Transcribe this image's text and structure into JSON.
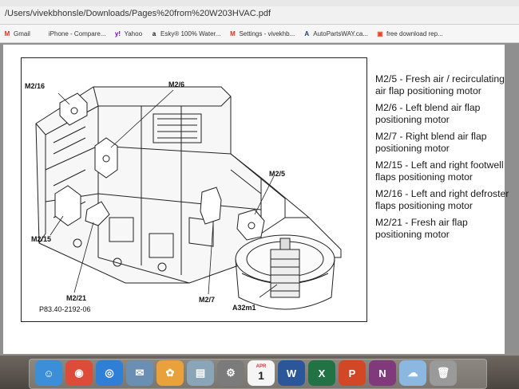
{
  "browser": {
    "url": "/Users/vivekbhonsle/Downloads/Pages%20from%20W203HVAC.pdf",
    "bookmarks": [
      {
        "label": "Gmail",
        "icon": "gmail-icon",
        "glyph": "M",
        "color": "#d93025"
      },
      {
        "label": "iPhone - Compare...",
        "icon": "apple-icon",
        "glyph": "",
        "color": "#333333"
      },
      {
        "label": "Yahoo",
        "icon": "yahoo-icon",
        "glyph": "y!",
        "color": "#6001d2"
      },
      {
        "label": "Esky® 100% Water...",
        "icon": "amazon-icon",
        "glyph": "a",
        "color": "#111111"
      },
      {
        "label": "Settings - vivekhb...",
        "icon": "gmail-icon",
        "glyph": "M",
        "color": "#d93025"
      },
      {
        "label": "AutoPartsWAY.ca...",
        "icon": "autoparts-icon",
        "glyph": "A",
        "color": "#1a3a8a"
      },
      {
        "label": "free download rep...",
        "icon": "pdf-icon",
        "glyph": "▣",
        "color": "#e04a2a"
      }
    ]
  },
  "diagram": {
    "callouts": {
      "m2_16": "M2/16",
      "m2_6": "M2/6",
      "m2_5": "M2/5",
      "m2_15": "M2/15",
      "m2_21": "M2/21",
      "m2_7": "M2/7",
      "a32m1": "A32m1"
    },
    "code": "P83.40-2192-06"
  },
  "legend": [
    "M2/5  - Fresh air / recirculating air flap positioning motor",
    "M2/6  - Left blend air flap positioning motor",
    "M2/7  - Right blend air flap positioning motor",
    "M2/15  - Left and right footwell flaps positioning motor",
    "M2/16  - Left and right defroster flaps positioning motor",
    "M2/21  - Fresh air flap positioning motor"
  ],
  "dock": {
    "calendar_month": "APR",
    "calendar_day": "1",
    "apps": [
      {
        "icon": "finder-icon",
        "glyph": "☺",
        "color": "#3b8fd9"
      },
      {
        "icon": "chrome-icon",
        "glyph": "◉",
        "color": "#dd4b39"
      },
      {
        "icon": "safari-icon",
        "glyph": "◎",
        "color": "#2f7fd6"
      },
      {
        "icon": "mail-icon",
        "glyph": "✉",
        "color": "#6b8fb3"
      },
      {
        "icon": "photos-icon",
        "glyph": "✿",
        "color": "#e9a23b"
      },
      {
        "icon": "preview-icon",
        "glyph": "▤",
        "color": "#8aa4b8"
      },
      {
        "icon": "system-preferences-icon",
        "glyph": "⚙",
        "color": "#7b7b7b"
      },
      {
        "icon": "calendar-icon",
        "glyph": "",
        "color": "#f5f5f5"
      },
      {
        "icon": "word-icon",
        "glyph": "W",
        "color": "#2b579a"
      },
      {
        "icon": "excel-icon",
        "glyph": "X",
        "color": "#217346"
      },
      {
        "icon": "powerpoint-icon",
        "glyph": "P",
        "color": "#d24726"
      },
      {
        "icon": "onenote-icon",
        "glyph": "N",
        "color": "#80397b"
      },
      {
        "icon": "icloud-icon",
        "glyph": "☁",
        "color": "#8cb7e0"
      },
      {
        "icon": "trash-icon",
        "glyph": "🗑",
        "color": "#9a9a9a"
      }
    ]
  }
}
